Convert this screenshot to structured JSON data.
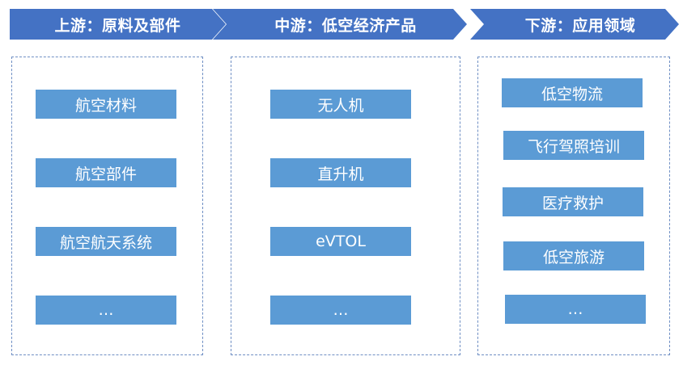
{
  "headers": {
    "upstream": "上游：原料及部件",
    "midstream": "中游：低空经济产品",
    "downstream": "下游：应用领域"
  },
  "upstream_items": [
    "航空材料",
    "航空部件",
    "航空航天系统",
    "…"
  ],
  "midstream_items": [
    "无人机",
    "直升机",
    "eVTOL",
    "…"
  ],
  "downstream_items": [
    "低空物流",
    "飞行驾照培训",
    "医疗救护",
    "低空旅游",
    "…"
  ],
  "colors": {
    "header_fill": "#4472c4",
    "item_fill": "#5b9bd5",
    "dashed_border": "#6f8fc4",
    "text_on_fill": "#ffffff"
  }
}
